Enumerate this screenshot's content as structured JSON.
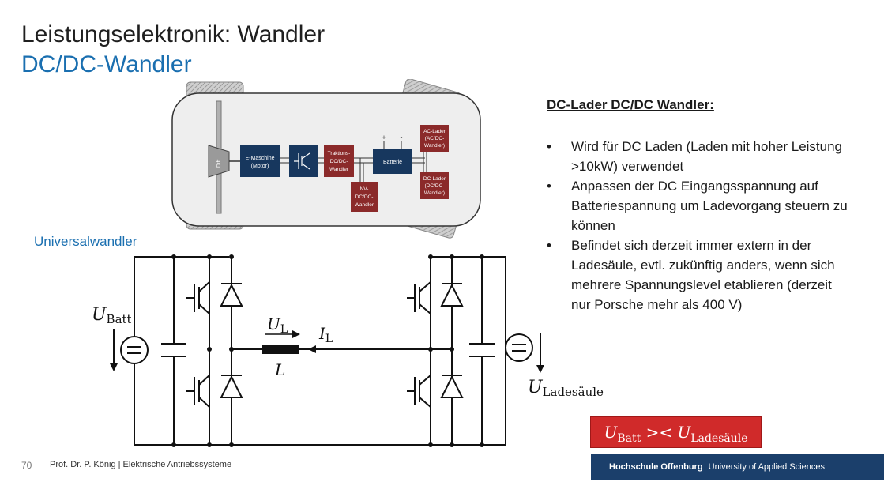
{
  "slide": {
    "title": "Leistungselektronik: Wandler",
    "subtitle": "DC/DC-Wandler",
    "page_number": "70",
    "footer": "Prof. Dr. P. König | Elektrische Antriebssysteme"
  },
  "car_diagram": {
    "diff": "Diff.",
    "emachine_line1": "E-Maschine",
    "emachine_line2": "(Motor)",
    "traktion_line1": "Traktions-",
    "traktion_line2": "DC/DC-",
    "traktion_line3": "Wandler",
    "batterie": "Batterie",
    "plus": "+",
    "minus": "-",
    "nv_line1": "NV-",
    "nv_line2": "DC/DC-",
    "nv_line3": "Wandler",
    "ac_line1": "AC-Lader",
    "ac_line2": "(AC/DC-",
    "ac_line3": "Wandler)",
    "dc_line1": "DC-Lader",
    "dc_line2": "(DC/DC-",
    "dc_line3": "Wandler)"
  },
  "circuit": {
    "label": "Universalwandler",
    "u_symbol": "U",
    "i_symbol": "I",
    "l_symbol": "L",
    "batt_sub": "Batt",
    "l_sub": "L",
    "lade_sub": "Ladesäule"
  },
  "right_panel": {
    "heading": "DC-Lader DC/DC Wandler:",
    "bullets": [
      "Wird für DC Laden (Laden mit hoher Leistung >10kW) verwendet",
      "Anpassen der DC Eingangsspannung auf Batteriespannung um Ladevorgang steuern zu können",
      "Befindet sich derzeit immer extern in der Ladesäule, evtl. zukünftig anders, wenn sich mehrere Spannungslevel etablieren (derzeit nur Porsche mehr als 400 V)"
    ]
  },
  "comparison": {
    "left_sub": "Batt",
    "operator": " >< ",
    "right_sub": "Ladesäule",
    "symbol": "U"
  },
  "branding": {
    "name": "Hochschule Offenburg",
    "tagline": "University of Applied Sciences"
  },
  "colors": {
    "accent_blue": "#1a6fb0",
    "block_navy": "#17375e",
    "block_red": "#8b2a2a",
    "highlight_red": "#d02a2a",
    "brand_navy": "#1b3f6b"
  }
}
